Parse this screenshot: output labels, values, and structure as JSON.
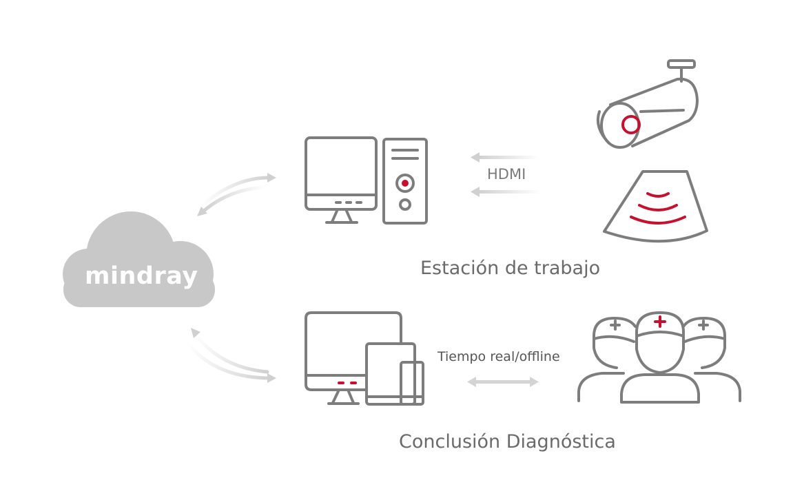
{
  "brand": {
    "name": "mindray",
    "cloud_color": "#c8c8c8"
  },
  "workstation": {
    "caption": "Estación de trabajo",
    "link_label": "HDMI"
  },
  "diagnosis": {
    "caption": "Conclusión Diagnóstica",
    "link_label": "Tiempo real/offline"
  },
  "colors": {
    "icon_stroke": "#7d7d7d",
    "accent": "#c8102e",
    "arrow": "#d9d9d9"
  },
  "icons": [
    "cloud-icon",
    "desktop-computer-icon",
    "camera-icon",
    "ultrasound-probe-icon",
    "multi-device-icon",
    "doctors-team-icon"
  ]
}
